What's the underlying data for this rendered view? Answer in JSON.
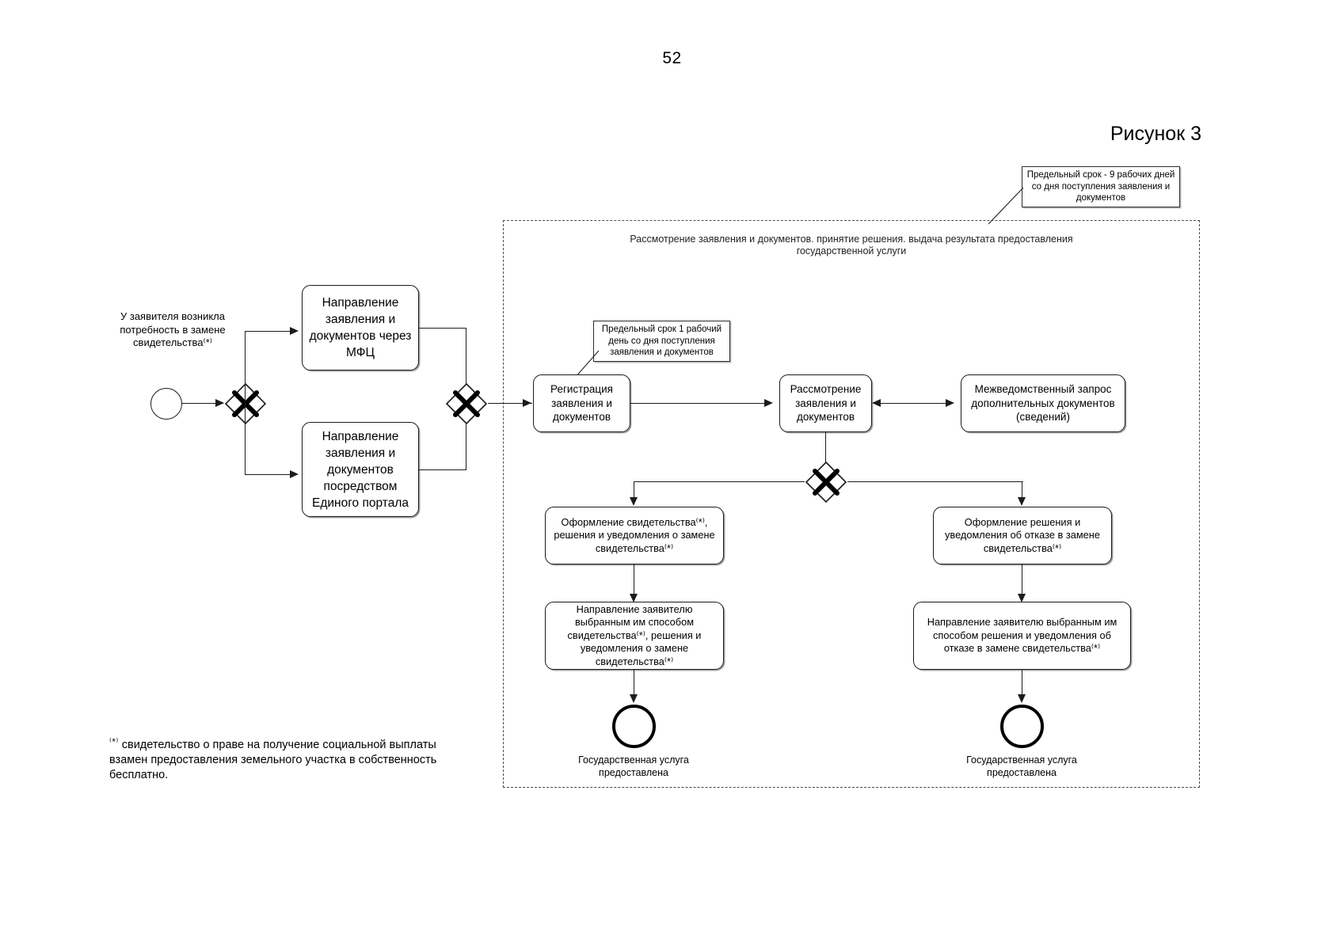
{
  "page": {
    "number": "52",
    "figure_title": "Рисунок 3"
  },
  "pool": {
    "title": "Рассмотрение заявления и документов. принятие решения. выдача результата предоставления государственной услуги"
  },
  "notes": [
    {
      "id": "deadline-9-days",
      "text": "Предельный срок - 9 рабочих дней со дня поступления заявления и документов"
    },
    {
      "id": "deadline-1-day",
      "text": "Предельный срок 1 рабочий день со дня поступления заявления и документов"
    }
  ],
  "start_event": {
    "caption": "У заявителя возникла потребность в замене свидетельства⁽*⁾"
  },
  "tasks": [
    {
      "id": "send-via-mfc",
      "text": "Направление заявления и документов через МФЦ"
    },
    {
      "id": "send-via-portal",
      "text": "Направление заявления и документов посредством Единого портала"
    },
    {
      "id": "registration",
      "text": "Регистрация заявления и документов"
    },
    {
      "id": "review",
      "text": "Рассмотрение заявления и документов"
    },
    {
      "id": "interagency-request",
      "text": "Межведомственный запрос дополнительных документов (сведений)"
    },
    {
      "id": "issue-certificate",
      "text": "Оформление свидетельства⁽*⁾, решения и уведомления о замене свидетельства⁽*⁾"
    },
    {
      "id": "issue-refusal",
      "text": "Оформление решения и уведомления об отказе в замене свидетельства⁽*⁾"
    },
    {
      "id": "deliver-certificate",
      "text": "Направление заявителю выбранным им способом свидетельства⁽*⁾, решения и уведомления о замене свидетельства⁽*⁾"
    },
    {
      "id": "deliver-refusal",
      "text": "Направление заявителю выбранным им способом решения и уведомления об отказе в замене свидетельства⁽*⁾"
    }
  ],
  "end_events": [
    {
      "id": "end-left",
      "label": "Государственная услуга предоставлена"
    },
    {
      "id": "end-right",
      "label": "Государственная услуга предоставлена"
    }
  ],
  "footnote": {
    "marker": "⁽*⁾",
    "text": "свидетельство о праве на получение социальной выплаты взамен предоставления земельного участка в собственность бесплатно."
  },
  "colors": {
    "stroke": "#1a1a1a",
    "pool_border": "#4a4a4a",
    "background": "#ffffff"
  }
}
